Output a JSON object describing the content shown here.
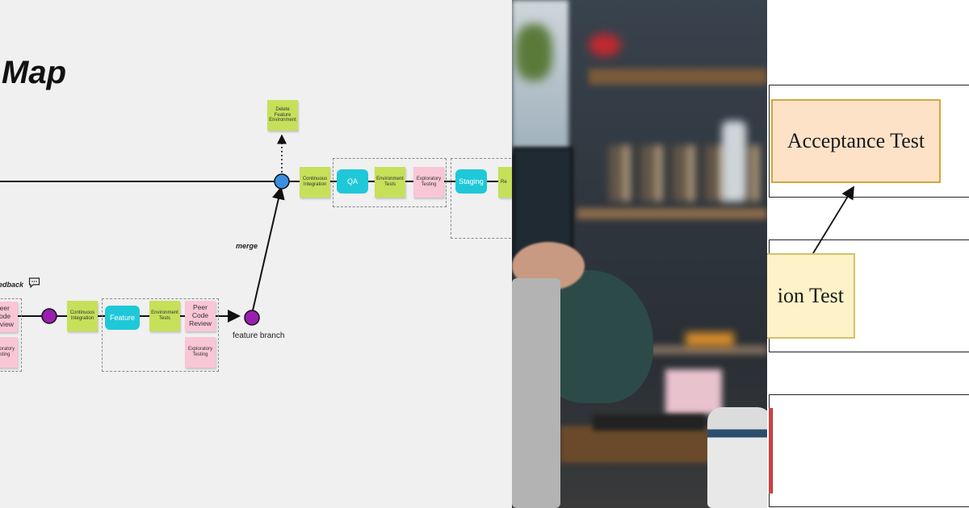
{
  "left_panel": {
    "title": "Map",
    "main_line_notes": {
      "delete_env": "Delete Feature Environment",
      "ci": "Continuous Integration",
      "qa": "QA",
      "env_tests": "Environment Tests",
      "exploratory": "Exploratory Testing",
      "staging": "Staging",
      "cut_off": "Re"
    },
    "feature_line_notes": {
      "peer_review_left": "Peer Code Review",
      "exploratory_left": "Exploratory Testing",
      "ci": "Continuous Integration",
      "feature": "Feature",
      "env_tests": "Environment Tests",
      "peer_review": "Peer Code Review",
      "exploratory": "Exploratory Testing"
    },
    "labels": {
      "merge": "merge",
      "feedback": "edback",
      "feature_branch": "feature branch"
    },
    "colors": {
      "sticky_green": "#c6e05a",
      "sticky_pink": "#f9c6d6",
      "sticky_cyan": "#1fc8d8",
      "node_blue": "#3a8fe0",
      "node_purple": "#9a1fb0"
    },
    "icons": [
      "comment-icon"
    ]
  },
  "right_panel": {
    "notes": {
      "acceptance_test": "Acceptance Test",
      "integration_test": "ion Test"
    },
    "colors": {
      "acceptance_fill": "#fde2c8",
      "acceptance_border": "#d4a83a",
      "integration_fill": "#fdf2c8",
      "integration_border": "#d4c06a"
    }
  }
}
